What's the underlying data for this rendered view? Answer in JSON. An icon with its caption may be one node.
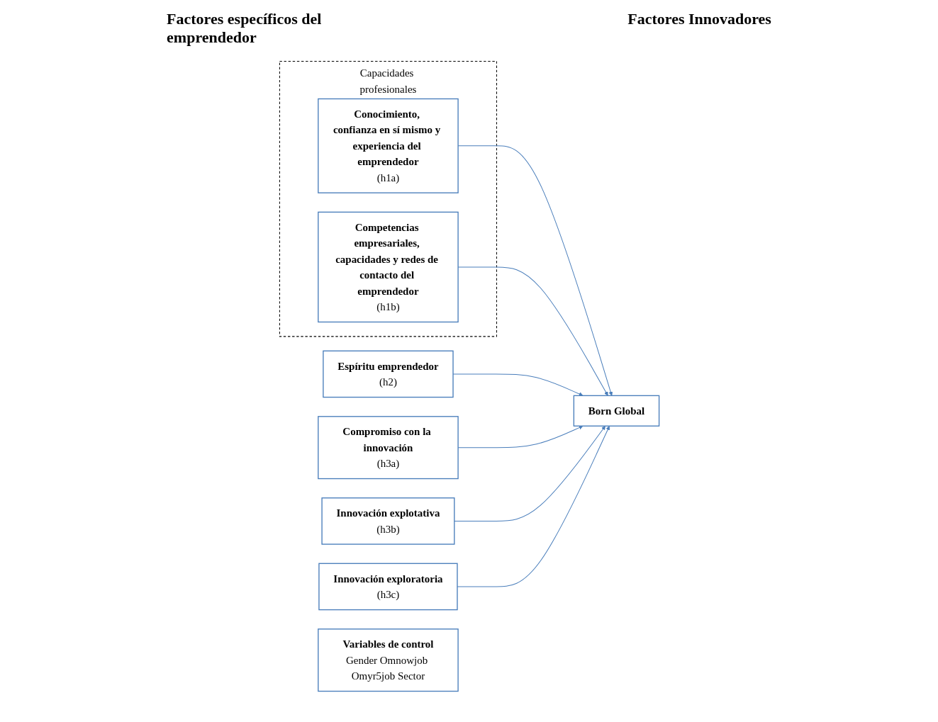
{
  "diagram": {
    "nodes": [
      {
        "text": [
          "Capacidades profesionales"
        ]
      },
      {
        "text": [
          "Conocimiento, confianza en sí mismo y experiencia del emprendedor",
          "(h1a)"
        ],
        "in": 0
      },
      {
        "text": [
          "Competencias empresariales, capacidades y redes de contacto del emprendedor",
          "(h1b)"
        ],
        "in": 0
      },
      {
        "text": [
          "Espíritu emprendedor",
          "(h2)"
        ]
      },
      {
        "text": [
          "Compromiso con la innovación",
          "(h3a)"
        ]
      },
      {
        "text": [
          "Innovación explotativa",
          "(h3b)"
        ]
      },
      {
        "text": [
          "Innovación exploratoria",
          "(h3c)"
        ]
      },
      {
        "text": [
          "Born Global"
        ]
      },
      {
        "text": [
          "Variables de control",
          "Gender Omnowjob Omyr5job Sector"
        ]
      }
    ],
    "edges": [
      {
        "from": 4,
        "to": 7,
        "arrow": "to"
      },
      {
        "from": 1,
        "to": 7,
        "arrow": "to"
      },
      {
        "from": 5,
        "to": 7,
        "arrow": "to"
      },
      {
        "from": 2,
        "to": 7,
        "arrow": "to"
      },
      {
        "from": 3,
        "to": 7,
        "arrow": "to"
      },
      {
        "from": 6,
        "to": 7,
        "arrow": "to"
      }
    ],
    "labels": [
      "Factores específicos del emprendedor",
      "Factores Innovadores"
    ]
  }
}
